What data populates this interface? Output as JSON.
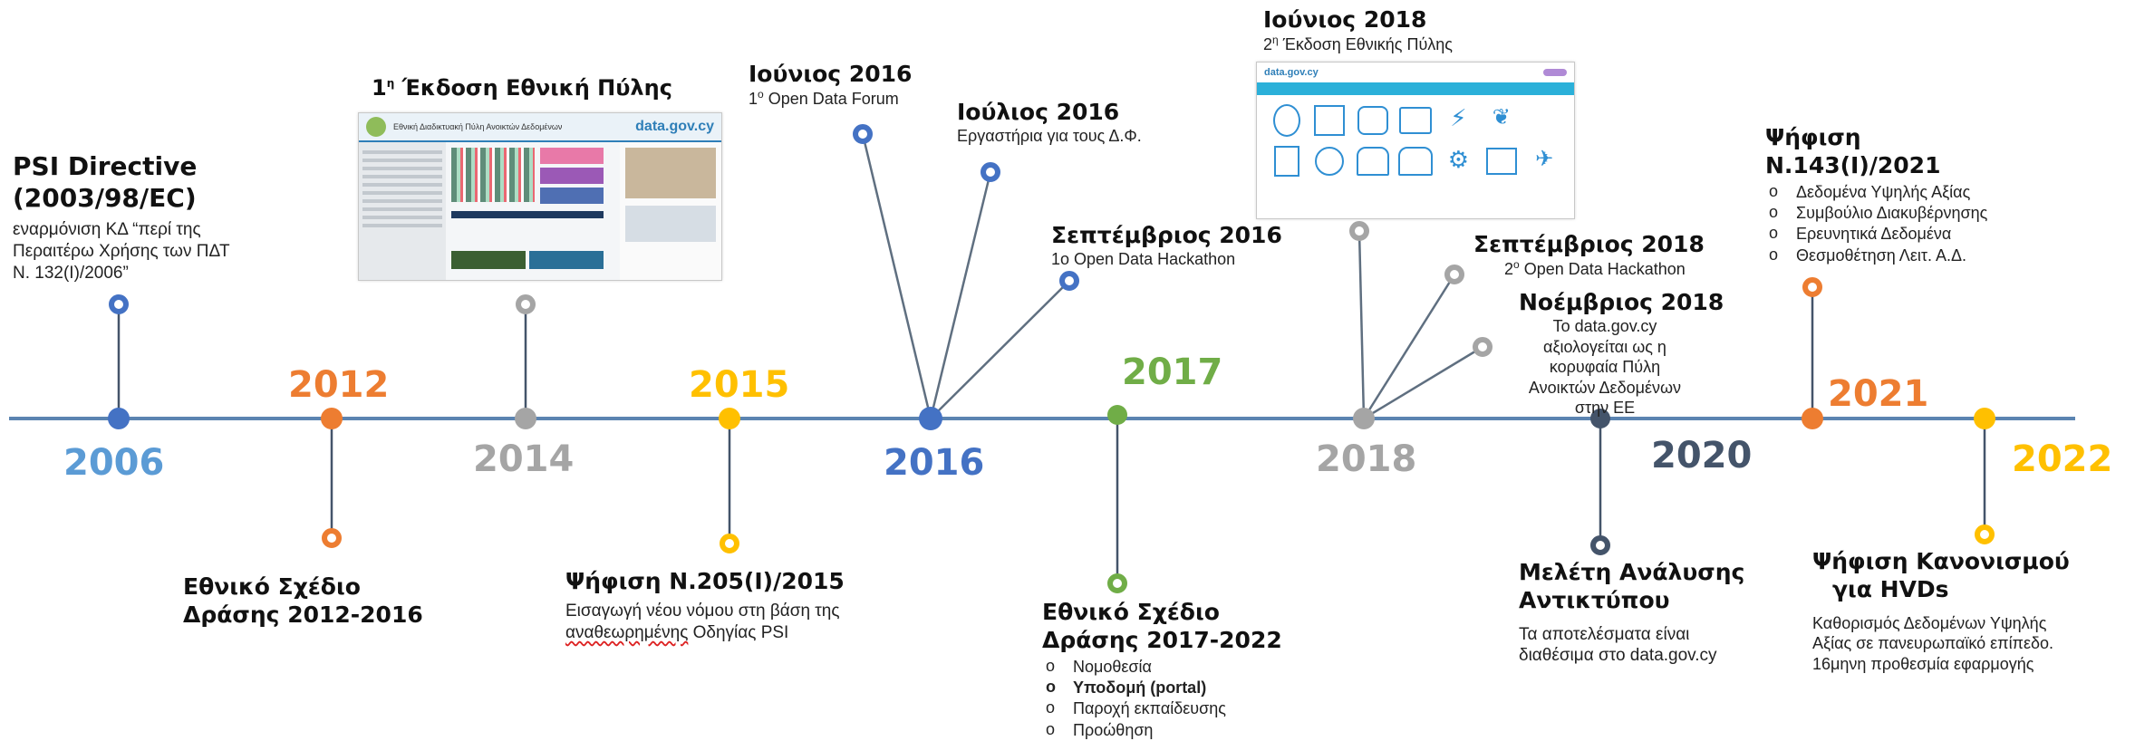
{
  "colors": {
    "axis": "#5b84b1",
    "blue": "#4472c4",
    "orange": "#ed7d31",
    "gray": "#a5a5a5",
    "yellow": "#ffc000",
    "green": "#70ad47",
    "navy": "#44546a",
    "year2006": "#5b9bd5"
  },
  "years": {
    "y2006": "2006",
    "y2012": "2012",
    "y2014": "2014",
    "y2015": "2015",
    "y2016": "2016",
    "y2017": "2017",
    "y2018": "2018",
    "y2020": "2020",
    "y2021": "2021",
    "y2022": "2022"
  },
  "events": {
    "psi": {
      "title1": "PSI Directive",
      "title2": "(2003/98/EC)",
      "line1": "εναρμόνιση ΚΔ “περί της",
      "line2": "Περαιτέρω Χρήσης των ΠΔΤ",
      "line3": "Ν. 132(Ι)/2006”"
    },
    "plan2012": {
      "line1": "Εθνικό Σχέδιο",
      "line2": "Δράσης 2012-2016"
    },
    "portal1": {
      "title_pre": "1",
      "title_sup": "η",
      "title_post": " Έκδοση Εθνική Πύλης",
      "thumb_header": "Εθνική Διαδικτυακή Πύλη Ανοικτών Δεδομένων",
      "thumb_logo": "data.gov.cy"
    },
    "law2015": {
      "title": "Ψήφιση Ν.205(Ι)/2015",
      "line1": "Εισαγωγή νέου νόμου στη βάση της",
      "line2_a": "αναθεωρημένης",
      "line2_b": " Οδηγίας PSI"
    },
    "june2016": {
      "title": "Ιούνιος 2016",
      "line1_pre": "1",
      "line1_sup": "ο",
      "line1_post": " Open Data Forum"
    },
    "july2016": {
      "title": "Ιούλιος 2016",
      "line1": "Εργαστήρια για τους Δ.Φ."
    },
    "sept2016": {
      "title": "Σεπτέμβριος 2016",
      "line1": "1ο Open Data Hackathon"
    },
    "plan2017": {
      "line1": "Εθνικό Σχέδιο",
      "line2": "Δράσης 2017-2022",
      "bullets": [
        "Νομοθεσία",
        "Υποδομή (portal)",
        "Παροχή εκπαίδευσης",
        "Προώθηση"
      ]
    },
    "june2018": {
      "title": "Ιούνιος 2018",
      "line1_pre": "2",
      "line1_sup": "η",
      "line1_post": " Έκδοση Εθνικής Πύλης",
      "thumb_logo": "data.gov.cy"
    },
    "sept2018": {
      "title": "Σεπτέμβριος 2018",
      "line1_pre": "2",
      "line1_sup": "ο",
      "line1_post": " Open Data Hackathon"
    },
    "nov2018": {
      "title": "Νοέμβριος 2018",
      "line1": "Το data.gov.cy",
      "line2": "αξιολογείται ως η",
      "line3": "κορυφαία Πύλη",
      "line4": "Ανοικτών Δεδομένων",
      "line5": "στην ΕΕ"
    },
    "impact": {
      "line1": "Μελέτη Ανάλυσης",
      "line2": "Αντικτύπου",
      "line3": "Τα αποτελέσματα είναι",
      "line4": "διαθέσιμα στο data.gov.cy"
    },
    "law2021": {
      "line1": "Ψήφιση",
      "line2": "Ν.143(Ι)/2021",
      "bullets": [
        "Δεδομένα Υψηλής Αξίας",
        "Συμβούλιο Διακυβέρνησης",
        "Ερευνητικά Δεδομένα",
        "Θεσμοθέτηση Λειτ. Α.Δ."
      ]
    },
    "hvd": {
      "line1": "Ψήφιση Κανονισμού",
      "line2": "για HVDs",
      "line3": "Καθορισμός Δεδομένων Υψηλής",
      "line4": "Αξίας σε πανευρωπαϊκό επίπεδο.",
      "line5": "16μηνη προθεσμία εφαρμογής"
    }
  }
}
